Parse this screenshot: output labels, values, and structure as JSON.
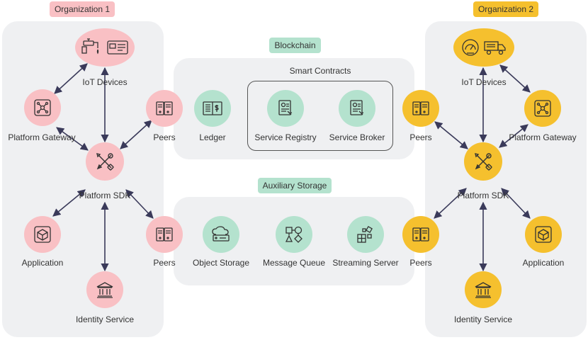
{
  "colors": {
    "org1": "#f9c0c4",
    "org2": "#f5c02e",
    "shared": "#b4e2ce",
    "panel": "#eff0f2",
    "stroke": "#3a3a5a"
  },
  "org1": {
    "title": "Organization 1",
    "iot": "IoT Devices",
    "gateway": "Platform Gateway",
    "sdk": "Platform SDK",
    "application": "Application",
    "identity": "Identity Service",
    "peers_top": "Peers",
    "peers_bottom": "Peers"
  },
  "org2": {
    "title": "Organization 2",
    "iot": "IoT Devices",
    "gateway": "Platform Gateway",
    "sdk": "Platform SDK",
    "application": "Application",
    "identity": "Identity Service",
    "peers_top": "Peers",
    "peers_bottom": "Peers"
  },
  "blockchain": {
    "title": "Blockchain",
    "ledger": "Ledger",
    "smart_contracts": "Smart Contracts",
    "service_registry": "Service Registry",
    "service_broker": "Service Broker"
  },
  "storage": {
    "title": "Auxiliary Storage",
    "object_storage": "Object Storage",
    "message_queue": "Message Queue",
    "streaming_server": "Streaming Server"
  },
  "icons": [
    "faucet-icon",
    "card-reader-icon",
    "network-hub-icon",
    "tools-icon",
    "server-icon",
    "cube-box-icon",
    "bank-icon",
    "ledger-book-icon",
    "contract-doc-icon",
    "cloud-storage-icon",
    "queue-shapes-icon",
    "stream-grid-icon",
    "gauge-icon",
    "truck-icon"
  ]
}
